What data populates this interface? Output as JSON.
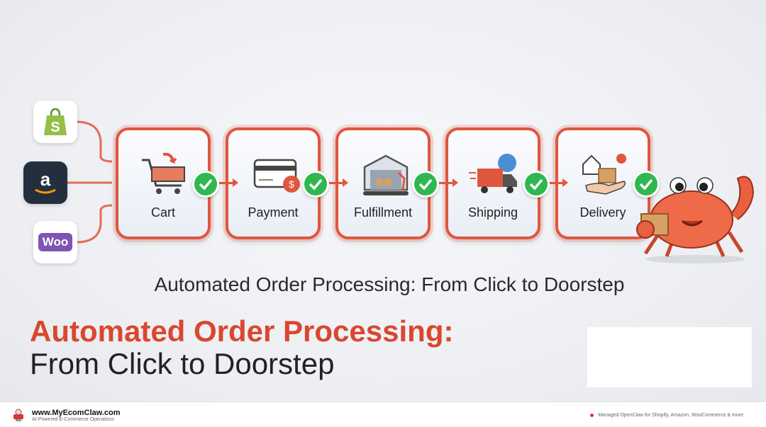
{
  "platforms": [
    {
      "name": "Shopify",
      "icon": "shopify-icon"
    },
    {
      "name": "Amazon",
      "icon": "amazon-icon"
    },
    {
      "name": "WooCommerce",
      "icon": "woo-icon",
      "text": "Woo"
    }
  ],
  "steps": [
    {
      "label": "Cart",
      "icon": "cart-icon"
    },
    {
      "label": "Payment",
      "icon": "credit-card-icon"
    },
    {
      "label": "Fulfillment",
      "icon": "warehouse-icon"
    },
    {
      "label": "Shipping",
      "icon": "truck-icon"
    },
    {
      "label": "Delivery",
      "icon": "package-hand-icon"
    }
  ],
  "caption": "Automated Order Processing: From Click to Doorstep",
  "title": {
    "line1": "Automated Order Processing:",
    "line2": "From Click to Doorstep"
  },
  "footer": {
    "site": "www.MyEcomClaw.com",
    "tagline": "AI-Powered E-Commerce Operations",
    "note": "Managed OpenClaw for Shopify, Amazon, WooCommerce & more"
  },
  "colors": {
    "accent": "#e0563c",
    "check": "#2fb84f",
    "title_red": "#d9472e"
  }
}
